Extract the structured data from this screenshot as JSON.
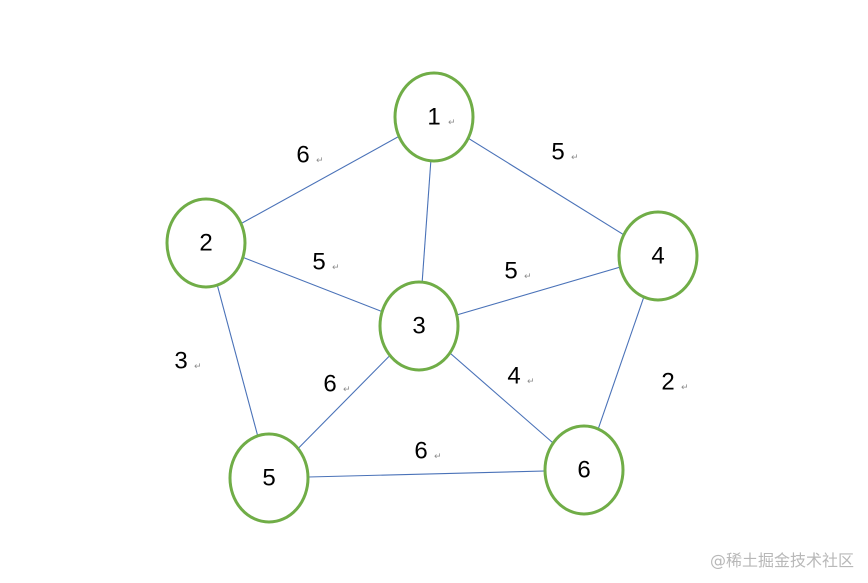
{
  "para_mark": "↵",
  "nodes": [
    {
      "id": "1",
      "label": "1"
    },
    {
      "id": "2",
      "label": "2"
    },
    {
      "id": "3",
      "label": "3"
    },
    {
      "id": "4",
      "label": "4"
    },
    {
      "id": "5",
      "label": "5"
    },
    {
      "id": "6",
      "label": "6"
    }
  ],
  "edges": [
    {
      "from": "1",
      "to": "2",
      "weight": "6"
    },
    {
      "from": "1",
      "to": "4",
      "weight": "5"
    },
    {
      "from": "1",
      "to": "3",
      "weight": ""
    },
    {
      "from": "2",
      "to": "3",
      "weight": "5"
    },
    {
      "from": "3",
      "to": "4",
      "weight": "5"
    },
    {
      "from": "2",
      "to": "5",
      "weight": "3"
    },
    {
      "from": "4",
      "to": "6",
      "weight": "2"
    },
    {
      "from": "3",
      "to": "5",
      "weight": "6"
    },
    {
      "from": "3",
      "to": "6",
      "weight": "4"
    },
    {
      "from": "5",
      "to": "6",
      "weight": "6"
    }
  ],
  "watermark": "@稀土掘金技术社区",
  "colors": {
    "node_stroke": "#70ad47",
    "edge": "#4a72b8"
  }
}
